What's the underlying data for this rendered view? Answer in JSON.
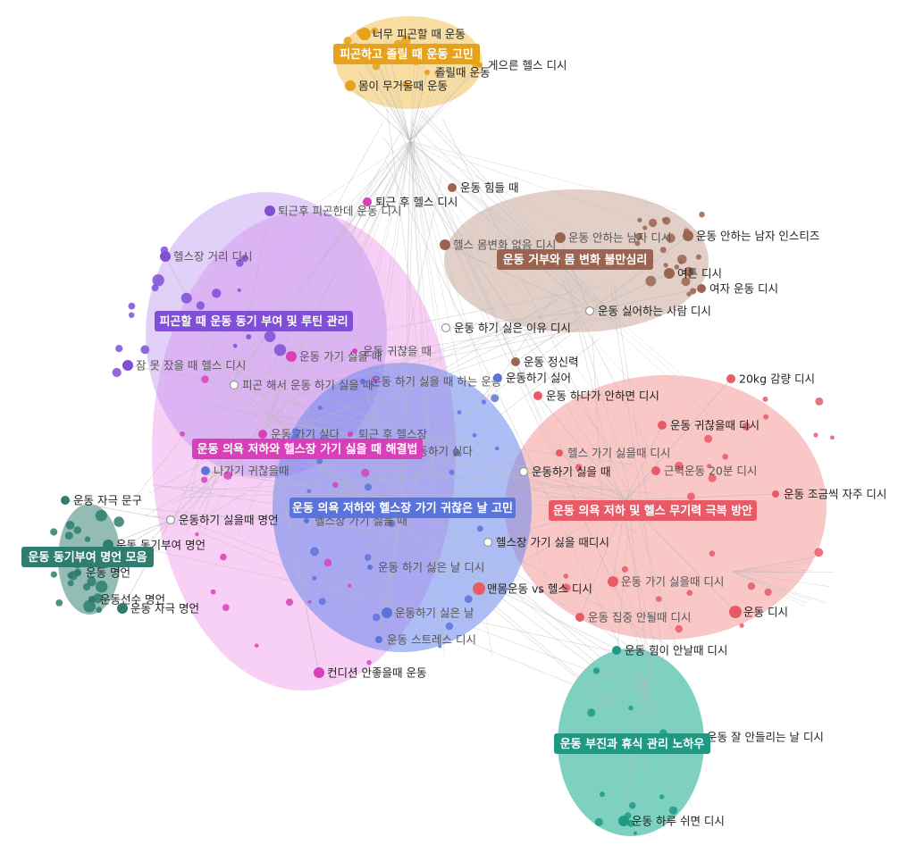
{
  "colors": {
    "yellow": "#f2b632",
    "purple": "#b48cf0",
    "pink": "#ef8de8",
    "brown": "#b4806c",
    "blue": "#6a86ec",
    "red": "#f48a8a",
    "teal": "#2fb59a",
    "darkteal": "#3a8576",
    "edge": "#b9b9b9"
  },
  "clusters": [
    {
      "id": "yellow",
      "label": "피곤하고 졸릴 때 운동 고민",
      "color": "#f2b632",
      "badge": "#e6a21d"
    },
    {
      "id": "purple",
      "label": "피곤할 때 운동 동기 부여 및 루틴 관리",
      "color": "#b48cf0",
      "badge": "#7f4fd6"
    },
    {
      "id": "pink",
      "label": "운동 의욕 저하와 헬스장 가기 싫을 때 해결법",
      "color": "#ef8de8",
      "badge": "#d93fb8"
    },
    {
      "id": "brown",
      "label": "운동 거부와 몸 변화 불만심리",
      "color": "#b4806c",
      "badge": "#9a6450"
    },
    {
      "id": "blue",
      "label": "운동 의욕 저하와 헬스장 가기 귀찮은 날 고민",
      "color": "#6a86ec",
      "badge": "#5a74dc"
    },
    {
      "id": "red",
      "label": "운동 의욕 저하 및 헬스 무기력 극복 방안",
      "color": "#f48a8a",
      "badge": "#e85a66"
    },
    {
      "id": "darkteal",
      "label": "운동 동기부여 명언 모음",
      "color": "#3a8576",
      "badge": "#2e7d70"
    },
    {
      "id": "teal",
      "label": "운동 부진과 휴식 관리 노하우",
      "color": "#2fb59a",
      "badge": "#1f9a82"
    }
  ],
  "nodes": [
    {
      "id": "n1",
      "label": "너무 피곤할 때 운동",
      "cluster": "yellow"
    },
    {
      "id": "n2",
      "label": "게으른 헬스 디시",
      "cluster": "yellow"
    },
    {
      "id": "n3",
      "label": "졸릴때 운동",
      "cluster": "yellow"
    },
    {
      "id": "n4",
      "label": "몸이 무거울때 운동",
      "cluster": "yellow"
    },
    {
      "id": "n5",
      "label": "퇴근 후 헬스 디시",
      "cluster": "pink"
    },
    {
      "id": "n6",
      "label": "퇴근후 피곤한데 운동 디시",
      "cluster": "purple"
    },
    {
      "id": "n7",
      "label": "헬스장 거리 디시",
      "cluster": "purple"
    },
    {
      "id": "n8",
      "label": "잠 못 잤을 때 헬스 디시",
      "cluster": "purple"
    },
    {
      "id": "n9",
      "label": "운동 가기 싫을 때",
      "cluster": "pink"
    },
    {
      "id": "n10",
      "label": "피곤 해서 운동 하기 싫을 때",
      "cluster": "purple"
    },
    {
      "id": "n11",
      "label": "운동 귀찮을 때",
      "cluster": "pink"
    },
    {
      "id": "n12",
      "label": "운동 하기 싫을 때 하는 운동",
      "cluster": "blue"
    },
    {
      "id": "n13",
      "label": "운동 가기 싫다",
      "cluster": "pink"
    },
    {
      "id": "n14",
      "label": "퇴근 후 헬스장",
      "cluster": "pink"
    },
    {
      "id": "n15",
      "label": "운동하기 싫다",
      "cluster": "blue"
    },
    {
      "id": "n16",
      "label": "나가기 귀찮을때",
      "cluster": "blue"
    },
    {
      "id": "n17",
      "label": "운동하기 싫을때 명언",
      "cluster": "pink"
    },
    {
      "id": "n18",
      "label": "헬스장 가기 싫을 때",
      "cluster": "blue"
    },
    {
      "id": "n19",
      "label": "운동 하기 싫은 날 디시",
      "cluster": "blue"
    },
    {
      "id": "n20",
      "label": "운동하기 싫은 날",
      "cluster": "blue"
    },
    {
      "id": "n21",
      "label": "운동 스트레스 디시",
      "cluster": "blue"
    },
    {
      "id": "n22",
      "label": "컨디션 안좋을때 운동",
      "cluster": "pink"
    },
    {
      "id": "n23",
      "label": "운동 힘들 때",
      "cluster": "brown"
    },
    {
      "id": "n24",
      "label": "헬스 몸변화 없음 디시",
      "cluster": "brown"
    },
    {
      "id": "n25",
      "label": "운동 안하는 남자 디시",
      "cluster": "brown"
    },
    {
      "id": "n26",
      "label": "운동 안하는 남자 인스티즈",
      "cluster": "brown"
    },
    {
      "id": "n27",
      "label": "여튼 디시",
      "cluster": "brown"
    },
    {
      "id": "n28",
      "label": "여자 운동 디시",
      "cluster": "brown"
    },
    {
      "id": "n29",
      "label": "운동 싫어하는 사람 디시",
      "cluster": "brown"
    },
    {
      "id": "n30",
      "label": "운동 하기 싫은 이유 디시",
      "cluster": "brown"
    },
    {
      "id": "n31",
      "label": "운동 정신력",
      "cluster": "brown"
    },
    {
      "id": "n32",
      "label": "운동하기 싫어",
      "cluster": "blue"
    },
    {
      "id": "n33",
      "label": "20kg 감량 디시",
      "cluster": "red"
    },
    {
      "id": "n34",
      "label": "운동 하다가 안하면 디시",
      "cluster": "red"
    },
    {
      "id": "n35",
      "label": "운동 귀찮을때 디시",
      "cluster": "red"
    },
    {
      "id": "n36",
      "label": "헬스 가기 싫을때 디시",
      "cluster": "red"
    },
    {
      "id": "n37",
      "label": "운동하기 싫을 때",
      "cluster": "red"
    },
    {
      "id": "n38",
      "label": "근력운동 20분 디시",
      "cluster": "red"
    },
    {
      "id": "n39",
      "label": "운동 조금씩 자주 디시",
      "cluster": "red"
    },
    {
      "id": "n40",
      "label": "헬스장 가기 싫을 때디시",
      "cluster": "red"
    },
    {
      "id": "n41",
      "label": "운동 가기 싫을때 디시",
      "cluster": "red"
    },
    {
      "id": "n42",
      "label": "맨몸운동 vs 헬스 디시",
      "cluster": "red"
    },
    {
      "id": "n43",
      "label": "운동 집중 안될때 디시",
      "cluster": "red"
    },
    {
      "id": "n44",
      "label": "운동 디시",
      "cluster": "red"
    },
    {
      "id": "n45",
      "label": "운동 힘이 안날때 디시",
      "cluster": "teal"
    },
    {
      "id": "n46",
      "label": "운동 잘 안들리는 날 디시",
      "cluster": "teal"
    },
    {
      "id": "n47",
      "label": "운동 하루 쉬면 디시",
      "cluster": "teal"
    },
    {
      "id": "n48",
      "label": "운동 자극 문구",
      "cluster": "darkteal"
    },
    {
      "id": "n49",
      "label": "운동 동기부여 명언",
      "cluster": "darkteal"
    },
    {
      "id": "n50",
      "label": "운동 명언",
      "cluster": "darkteal"
    },
    {
      "id": "n51",
      "label": "운동선수 명언",
      "cluster": "darkteal"
    },
    {
      "id": "n52",
      "label": "운동 자극 명언",
      "cluster": "darkteal"
    }
  ]
}
